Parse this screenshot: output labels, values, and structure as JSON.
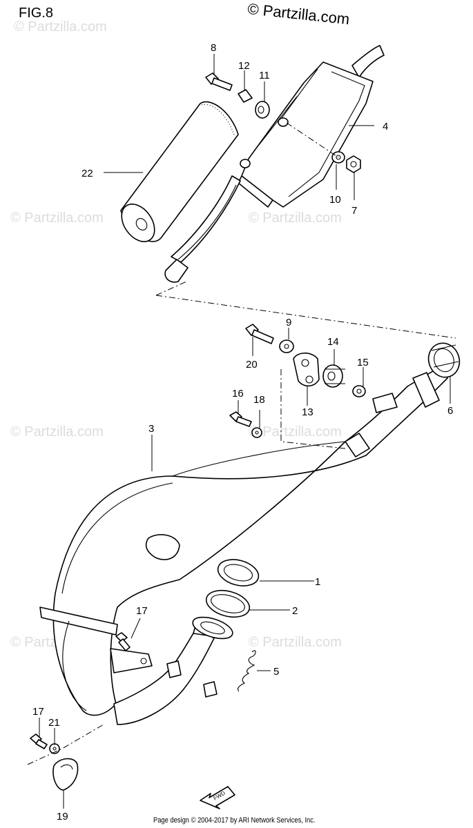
{
  "header": {
    "figure_label": "FIG.8",
    "copyright": "© Partzilla.com"
  },
  "watermark": "© Partzilla.com",
  "footer": "Page design © 2004-2017 by ARI Network Services, Inc.",
  "fwd_label": "FWD",
  "callouts": [
    "1",
    "2",
    "3",
    "4",
    "5",
    "6",
    "7",
    "8",
    "9",
    "10",
    "11",
    "12",
    "13",
    "14",
    "15",
    "16",
    "17",
    "17",
    "18",
    "19",
    "20",
    "21",
    "22"
  ]
}
